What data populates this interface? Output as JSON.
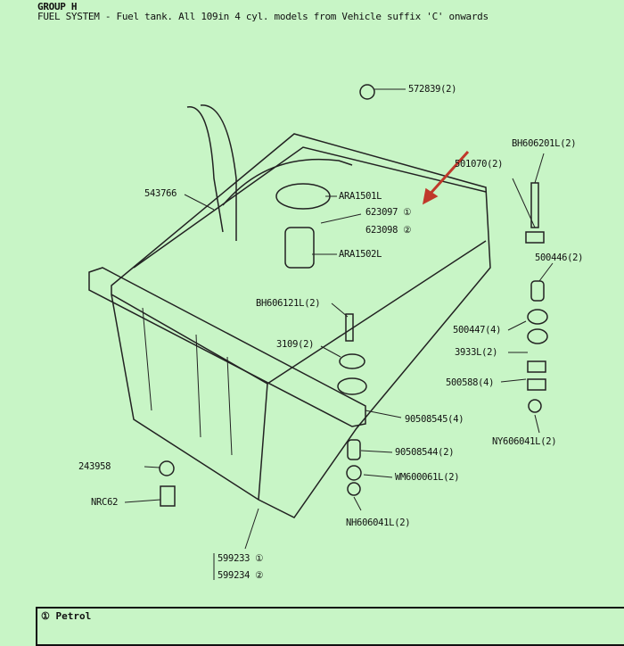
{
  "header": {
    "group": "GROUP H",
    "title": "FUEL SYSTEM - Fuel tank. All 109in 4 cyl. models from Vehicle suffix 'C' onwards"
  },
  "parts": [
    "572839(2)",
    "BH606201L(2)",
    "501070(2)",
    "543766",
    "ARA1501L",
    "623097 ①",
    "623098 ②",
    "ARA1502L",
    "500446(2)",
    "BH606121L(2)",
    "500447(4)",
    "3109(2)",
    "3933L(2)",
    "500588(4)",
    "90508545(4)",
    "NY606041L(2)",
    "90508544(2)",
    "WM600061L(2)",
    "243958",
    "NRC62",
    "NH606041L(2)",
    "599233 ①",
    "599234 ②"
  ],
  "legend": {
    "item": "① Petrol"
  },
  "colors": {
    "background": "#c8f5c6",
    "arrow": "#c0392b"
  }
}
